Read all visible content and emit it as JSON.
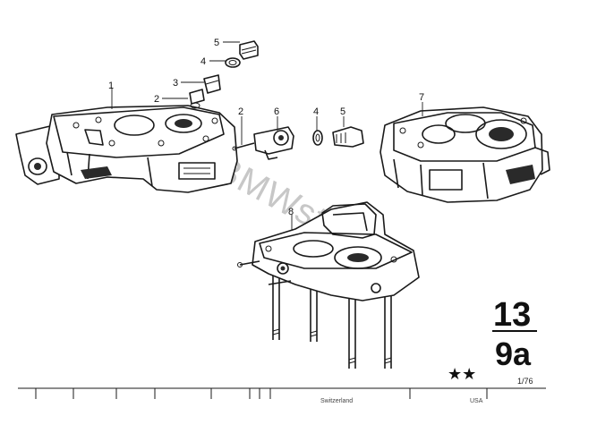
{
  "callouts": {
    "c1": "1",
    "c2a": "2",
    "c2b": "2",
    "c3": "3",
    "c4a": "4",
    "c4b": "4",
    "c5a": "5",
    "c5b": "5",
    "c6": "6",
    "c7": "7",
    "c8": "8"
  },
  "group_number": {
    "top": "13",
    "bottom": "9a"
  },
  "stars": "★★",
  "date_code": "1/76",
  "watermark": "www.BMWstore.pl",
  "footer": {
    "left_text": "Switzerland",
    "right_text": "USA"
  }
}
